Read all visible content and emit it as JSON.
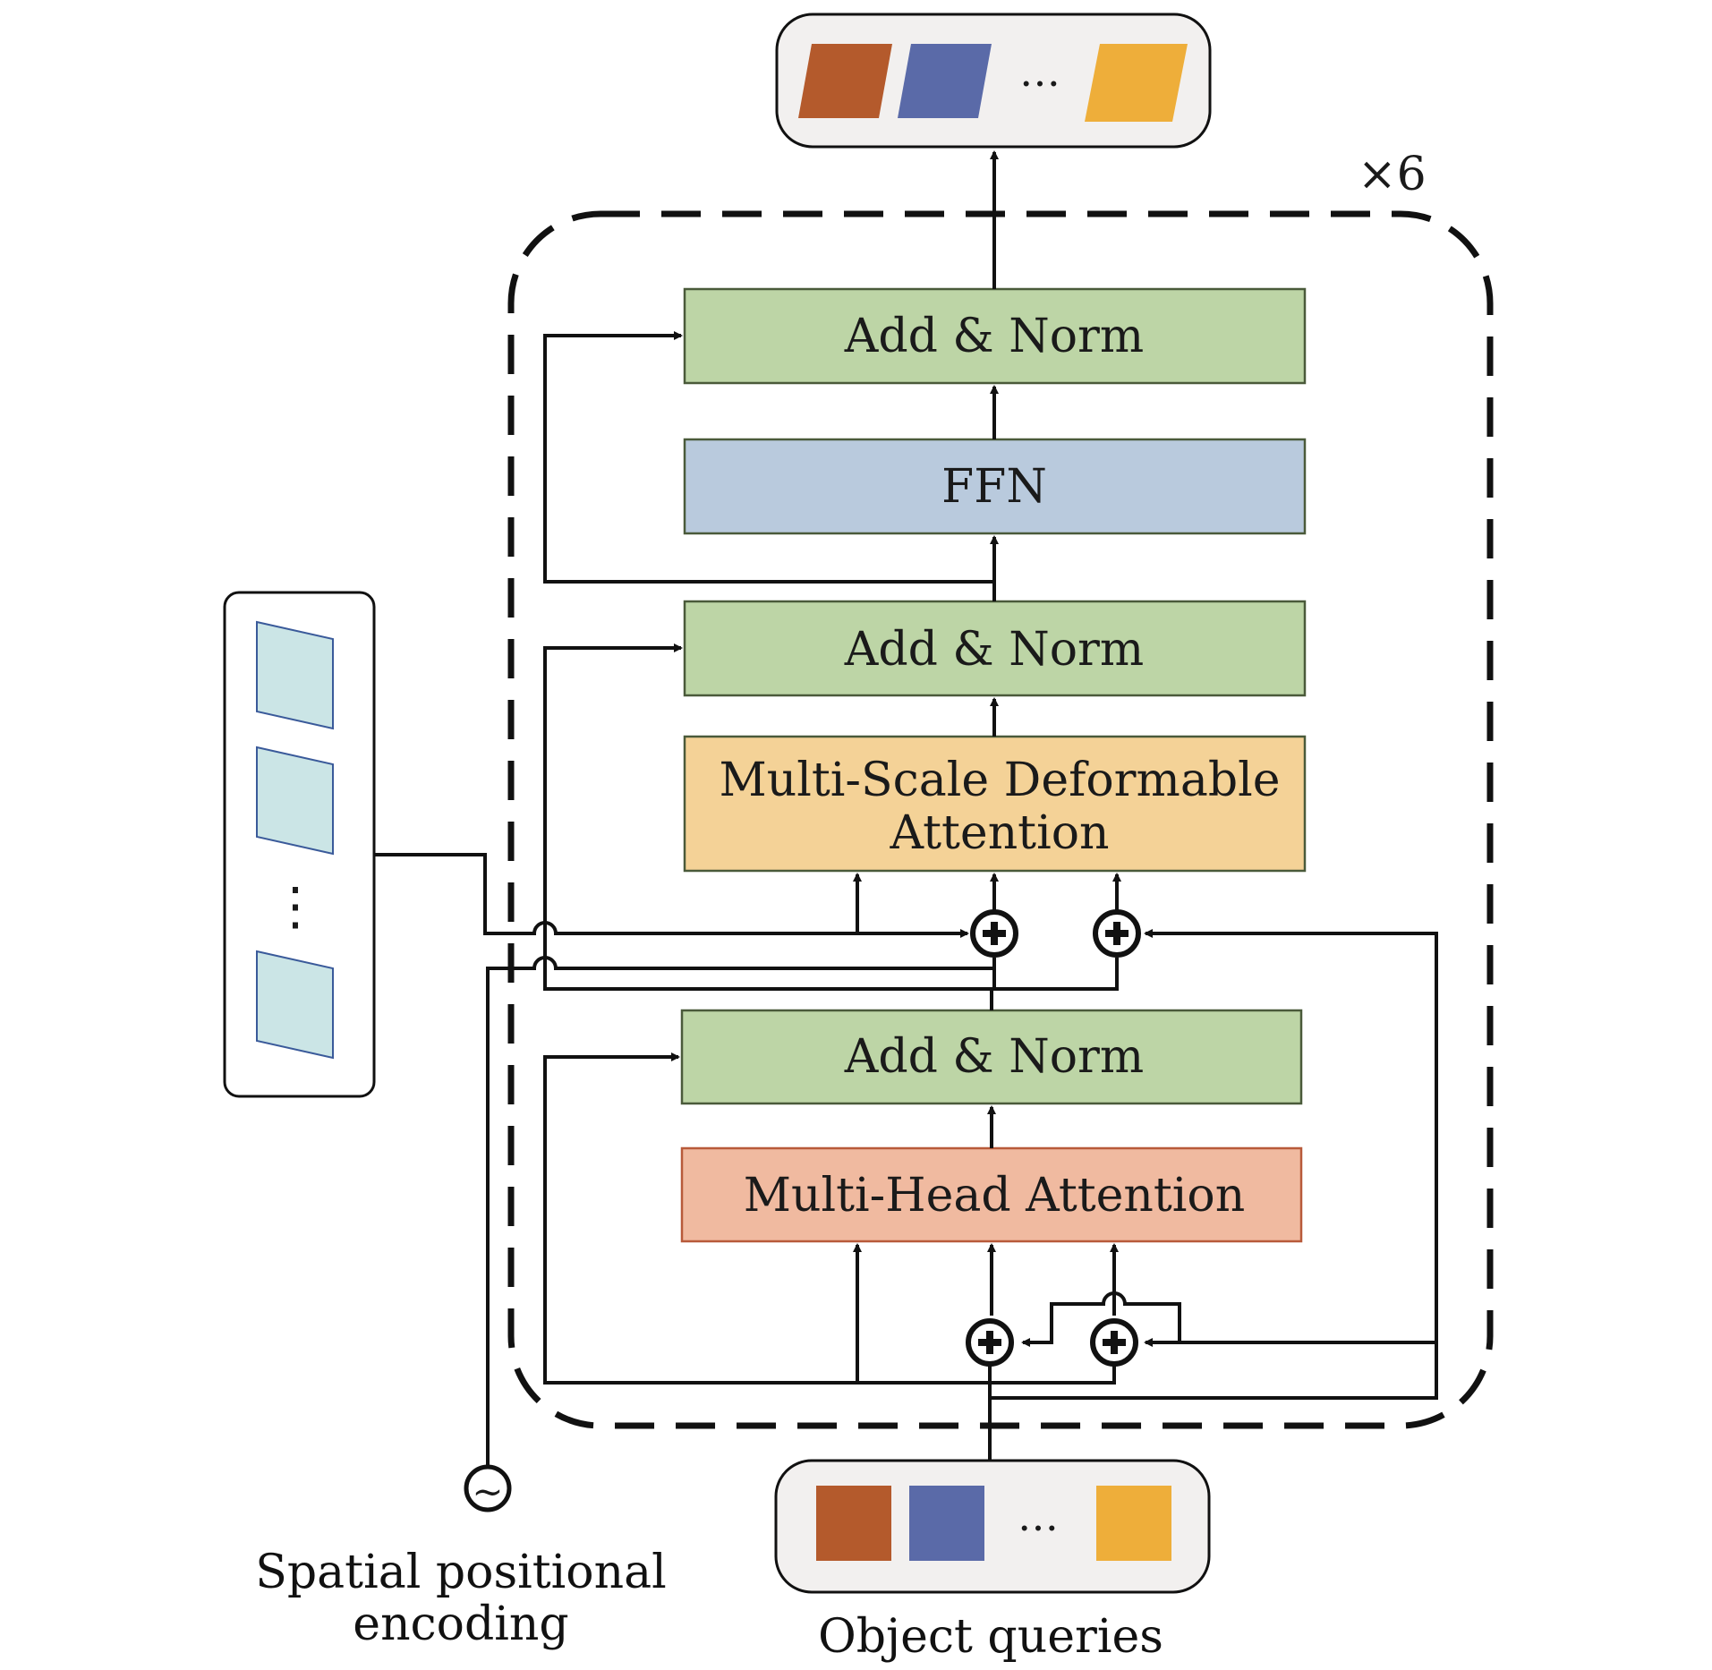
{
  "repeat_label": "×6",
  "blocks": {
    "add_norm_top": "Add & Norm",
    "ffn": "FFN",
    "add_norm_mid": "Add & Norm",
    "msda_line1": "Multi-Scale Deformable",
    "msda_line2": "Attention",
    "add_norm_bottom": "Add & Norm",
    "mha": "Multi-Head Attention"
  },
  "captions": {
    "spatial_line1": "Spatial positional",
    "spatial_line2": "encoding",
    "object_queries": "Object queries"
  },
  "ellipsis": "…",
  "vertical_ellipsis": "⋮",
  "sine_symbol": "~",
  "colors": {
    "add_norm": "#bdd5a6",
    "add_norm_border": "#4a5a3a",
    "ffn": "#b9cadd",
    "ffn_border": "#4a5a3a",
    "msda": "#f4d297",
    "msda_border": "#4a5a3a",
    "mha": "#f0baa0",
    "mha_border": "#b85a3a",
    "token_orange_red": "#b45a2c",
    "token_blue": "#5a6aa8",
    "token_yellow": "#eeae3a",
    "feature_map": "#cbe5e6"
  }
}
